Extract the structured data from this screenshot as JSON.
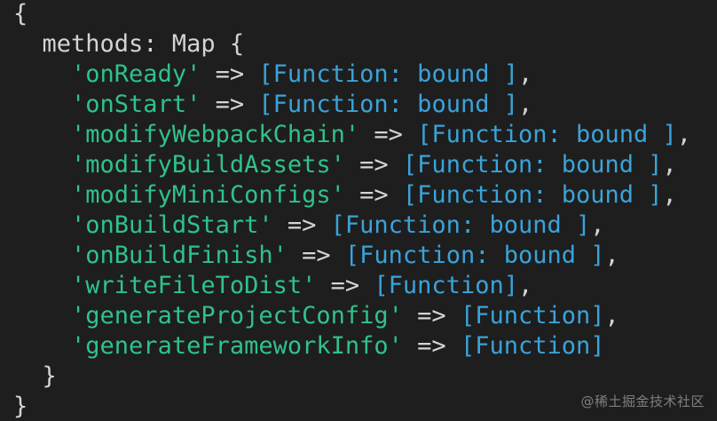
{
  "code": {
    "open_brace": "{",
    "map_open": "  methods: Map {",
    "entries": [
      {
        "indent": "    ",
        "key": "'onReady'",
        "arrow": " => ",
        "value": "[Function: bound ]",
        "trail": ","
      },
      {
        "indent": "    ",
        "key": "'onStart'",
        "arrow": " => ",
        "value": "[Function: bound ]",
        "trail": ","
      },
      {
        "indent": "    ",
        "key": "'modifyWebpackChain'",
        "arrow": " => ",
        "value": "[Function: bound ]",
        "trail": ","
      },
      {
        "indent": "    ",
        "key": "'modifyBuildAssets'",
        "arrow": " => ",
        "value": "[Function: bound ]",
        "trail": ","
      },
      {
        "indent": "    ",
        "key": "'modifyMiniConfigs'",
        "arrow": " => ",
        "value": "[Function: bound ]",
        "trail": ","
      },
      {
        "indent": "    ",
        "key": "'onBuildStart'",
        "arrow": " => ",
        "value": "[Function: bound ]",
        "trail": ","
      },
      {
        "indent": "    ",
        "key": "'onBuildFinish'",
        "arrow": " => ",
        "value": "[Function: bound ]",
        "trail": ","
      },
      {
        "indent": "    ",
        "key": "'writeFileToDist'",
        "arrow": " => ",
        "value": "[Function]",
        "trail": ","
      },
      {
        "indent": "    ",
        "key": "'generateProjectConfig'",
        "arrow": " => ",
        "value": "[Function]",
        "trail": ","
      },
      {
        "indent": "    ",
        "key": "'generateFrameworkInfo'",
        "arrow": " => ",
        "value": "[Function]",
        "trail": ""
      }
    ],
    "map_close": "  }",
    "close_brace": "}"
  },
  "watermark": "@稀土掘金技术社区",
  "colors": {
    "background": "#1e1e1e",
    "text": "#d4d4d4",
    "string": "#2fc28b",
    "function": "#3aa3d9"
  }
}
